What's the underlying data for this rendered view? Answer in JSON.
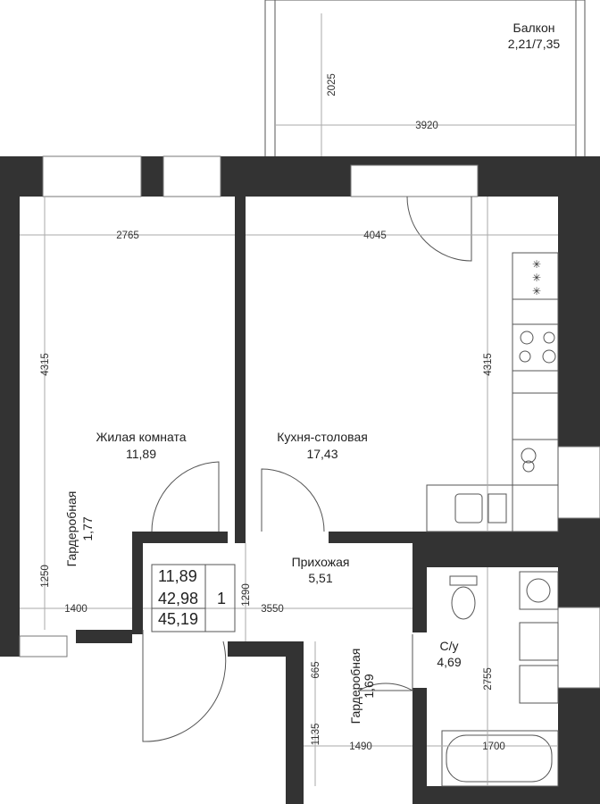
{
  "rooms": {
    "balcony": {
      "name": "Балкон",
      "area": "2,21/7,35"
    },
    "living": {
      "name": "Жилая комната",
      "area": "11,89"
    },
    "kitchen": {
      "name": "Кухня-столовая",
      "area": "17,43"
    },
    "wardrobe1": {
      "name": "Гардеробная",
      "area": "1,77"
    },
    "hall": {
      "name": "Прихожая",
      "area": "5,51"
    },
    "wardrobe2": {
      "name": "Гардеробная",
      "area": "1,69"
    },
    "bath": {
      "name": "С/у",
      "area": "4,69"
    }
  },
  "dimensions": {
    "balcony_h": "2025",
    "balcony_w": "3920",
    "living_w": "2765",
    "kitchen_w": "4045",
    "living_h": "4315",
    "kitchen_h": "4315",
    "wardrobe1_h": "1250",
    "wardrobe1_w": "1400",
    "hall_h": "1290",
    "hall_w": "3550",
    "wardrobe2_h": "665",
    "wardrobe2_h2": "1135",
    "wardrobe2_w": "1490",
    "bath_h": "2755",
    "bath_tub": "1700"
  },
  "summary_table": {
    "living_area": "11,89",
    "total_area": "42,98",
    "total_with_balcony": "45,19",
    "rooms_count": "1"
  },
  "colors": {
    "wall": "#333333"
  }
}
